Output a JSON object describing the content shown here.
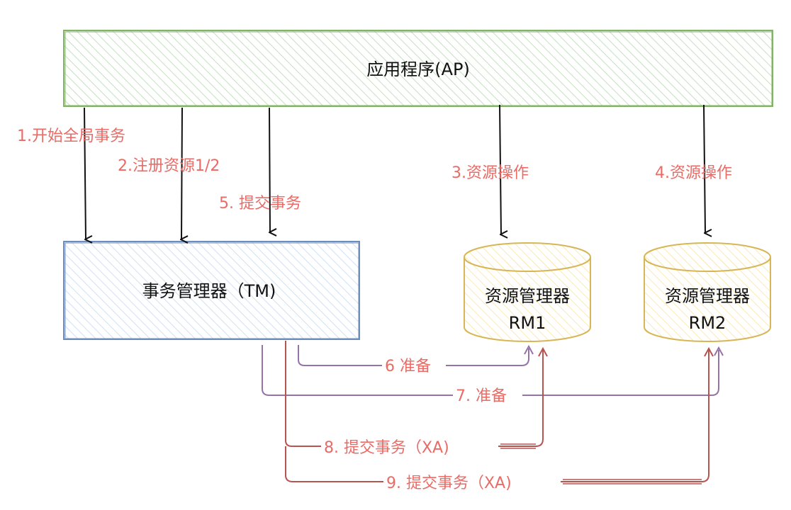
{
  "nodes": {
    "ap": {
      "label": "应用程序(AP)"
    },
    "tm": {
      "label": "事务管理器（TM)"
    },
    "rm1": {
      "line1": "资源管理器",
      "line2": "RM1"
    },
    "rm2": {
      "line1": "资源管理器",
      "line2": "RM2"
    }
  },
  "steps": {
    "s1": "1.开始全局事务",
    "s2": "2.注册资源1/2",
    "s3": "3.资源操作",
    "s4": "4.资源操作",
    "s5": "5. 提交事务",
    "s6": "6 准备",
    "s7": "7. 准备",
    "s8": "8. 提交事务（XA)",
    "s9": "9. 提交事务（XA)"
  },
  "colors": {
    "ap_stroke": "#82b366",
    "ap_hatch": "#d5e8d4",
    "tm_stroke": "#6c8ebf",
    "tm_hatch": "#dae8fc",
    "rm_stroke": "#d6b656",
    "rm_hatch": "#fff2cc",
    "step_text": "#ea6b66",
    "prepare_line": "#9673a6",
    "commit_line": "#b85450",
    "arrow": "#111111"
  }
}
